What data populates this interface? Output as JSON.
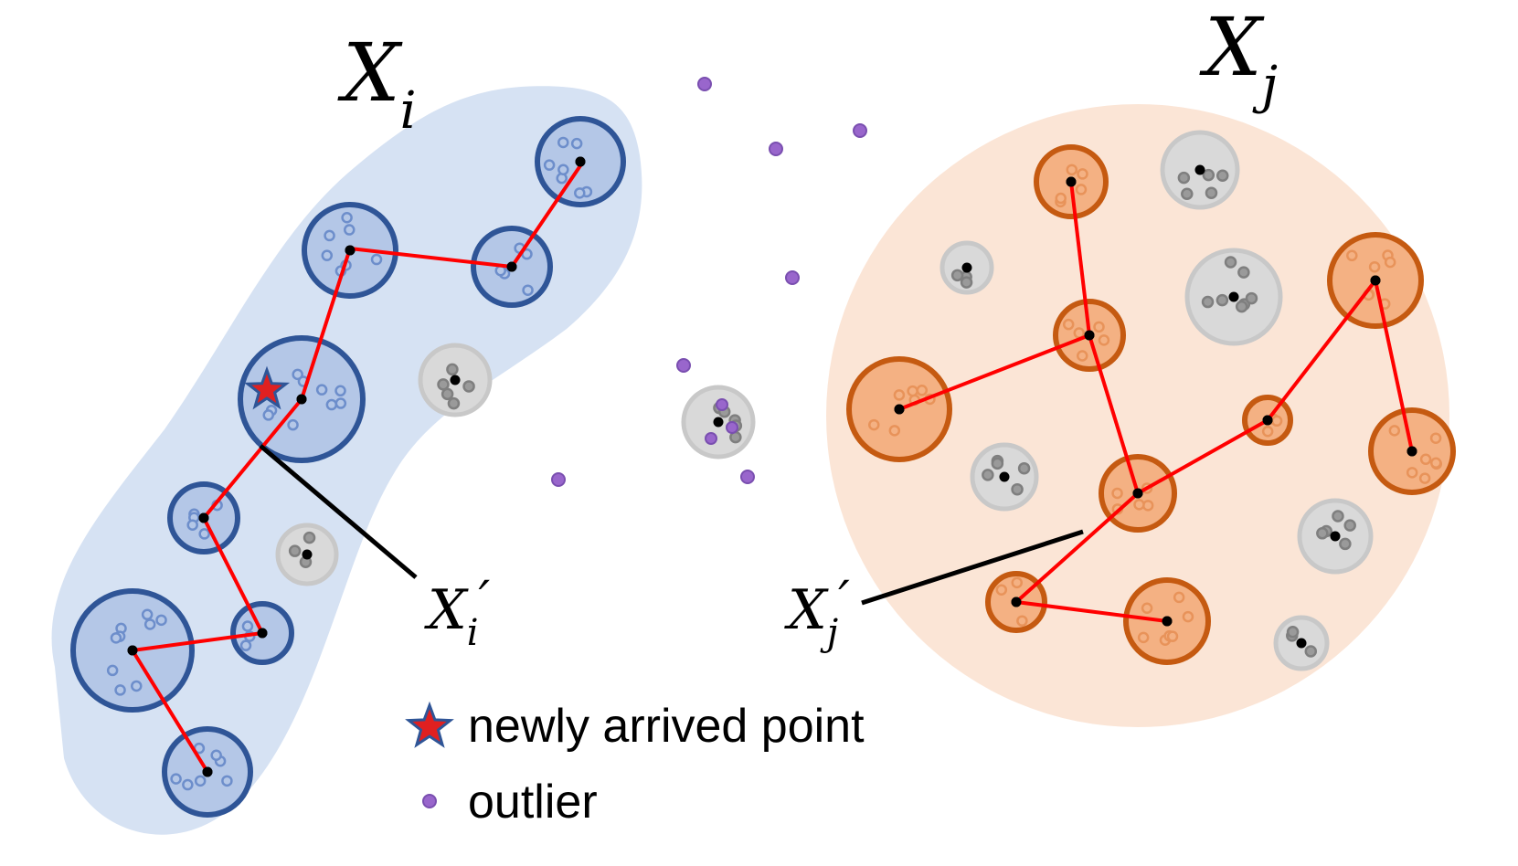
{
  "labels": {
    "cluster_i": {
      "main": "X",
      "sub": "i"
    },
    "cluster_j": {
      "main": "X",
      "sub": "j"
    },
    "sub_i": {
      "main": "X",
      "sub": "i",
      "prime": "′"
    },
    "sub_j": {
      "main": "X",
      "sub": "j",
      "prime": "′"
    }
  },
  "legend": {
    "new_point": "newly arrived point",
    "outlier": "outlier"
  },
  "colors": {
    "cluster_i_region": "#d6e2f3",
    "cluster_i_micro_fill": "#b4c7e7",
    "cluster_i_micro_stroke": "#2f5597",
    "cluster_i_dot": "#6d8ecb",
    "cluster_j_region": "#fbe5d6",
    "cluster_j_micro_fill": "#f4b183",
    "cluster_j_micro_stroke": "#c55a11",
    "cluster_j_dot": "#e8935a",
    "inactive_fill": "#d9d9d9",
    "inactive_stroke": "#c8c8c8",
    "inactive_dot": "#7f7f7f",
    "edge": "#ff0000",
    "outlier": "#9966cc",
    "star": "#e02020"
  }
}
